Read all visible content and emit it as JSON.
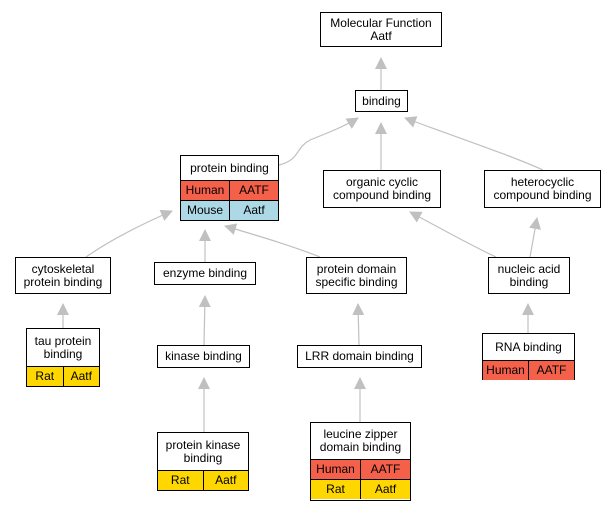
{
  "colors": {
    "edge": "#c0c0c0",
    "human": "#f4604a",
    "mouse": "#add8e6",
    "rat": "#ffd700",
    "node_border": "#000000",
    "node_fill": "#ffffff"
  },
  "nodes": [
    {
      "id": "mf",
      "label": "Molecular Function\nAatf",
      "rows": []
    },
    {
      "id": "binding",
      "label": "binding",
      "rows": []
    },
    {
      "id": "protein_binding",
      "label": "protein binding",
      "rows": [
        [
          {
            "t": "Human",
            "c": "human"
          },
          {
            "t": "AATF",
            "c": "human"
          }
        ],
        [
          {
            "t": "Mouse",
            "c": "mouse"
          },
          {
            "t": "Aatf",
            "c": "mouse"
          }
        ]
      ]
    },
    {
      "id": "organic_cyclic",
      "label": "organic cyclic\ncompound binding",
      "rows": []
    },
    {
      "id": "heterocyclic",
      "label": "heterocyclic\ncompound binding",
      "rows": []
    },
    {
      "id": "cytoskeletal",
      "label": "cytoskeletal\nprotein binding",
      "rows": []
    },
    {
      "id": "enzyme",
      "label": "enzyme binding",
      "rows": []
    },
    {
      "id": "protein_domain",
      "label": "protein domain\nspecific binding",
      "rows": []
    },
    {
      "id": "nucleic",
      "label": "nucleic acid\nbinding",
      "rows": []
    },
    {
      "id": "tau",
      "label": "tau protein\nbinding",
      "rows": [
        [
          {
            "t": "Rat",
            "c": "rat"
          },
          {
            "t": "Aatf",
            "c": "rat"
          }
        ]
      ]
    },
    {
      "id": "kinase",
      "label": "kinase binding",
      "rows": []
    },
    {
      "id": "lrr",
      "label": "LRR domain binding",
      "rows": []
    },
    {
      "id": "rna",
      "label": "RNA binding",
      "rows": [
        [
          {
            "t": "Human",
            "c": "human"
          },
          {
            "t": "AATF",
            "c": "human"
          }
        ]
      ]
    },
    {
      "id": "protein_kinase",
      "label": "protein kinase\nbinding",
      "rows": [
        [
          {
            "t": "Rat",
            "c": "rat"
          },
          {
            "t": "Aatf",
            "c": "rat"
          }
        ]
      ]
    },
    {
      "id": "leucine",
      "label": "leucine zipper\ndomain binding",
      "rows": [
        [
          {
            "t": "Human",
            "c": "human"
          },
          {
            "t": "AATF",
            "c": "human"
          }
        ],
        [
          {
            "t": "Rat",
            "c": "rat"
          },
          {
            "t": "Aatf",
            "c": "rat"
          }
        ]
      ]
    }
  ],
  "edges": [
    {
      "from": "binding",
      "to": "mf"
    },
    {
      "from": "protein_binding",
      "to": "binding"
    },
    {
      "from": "organic_cyclic",
      "to": "binding"
    },
    {
      "from": "heterocyclic",
      "to": "binding"
    },
    {
      "from": "cytoskeletal",
      "to": "protein_binding"
    },
    {
      "from": "enzyme",
      "to": "protein_binding"
    },
    {
      "from": "protein_domain",
      "to": "protein_binding"
    },
    {
      "from": "nucleic",
      "to": "organic_cyclic"
    },
    {
      "from": "nucleic",
      "to": "heterocyclic"
    },
    {
      "from": "tau",
      "to": "cytoskeletal"
    },
    {
      "from": "kinase",
      "to": "enzyme"
    },
    {
      "from": "lrr",
      "to": "protein_domain"
    },
    {
      "from": "rna",
      "to": "nucleic"
    },
    {
      "from": "protein_kinase",
      "to": "kinase"
    },
    {
      "from": "leucine",
      "to": "lrr"
    }
  ]
}
